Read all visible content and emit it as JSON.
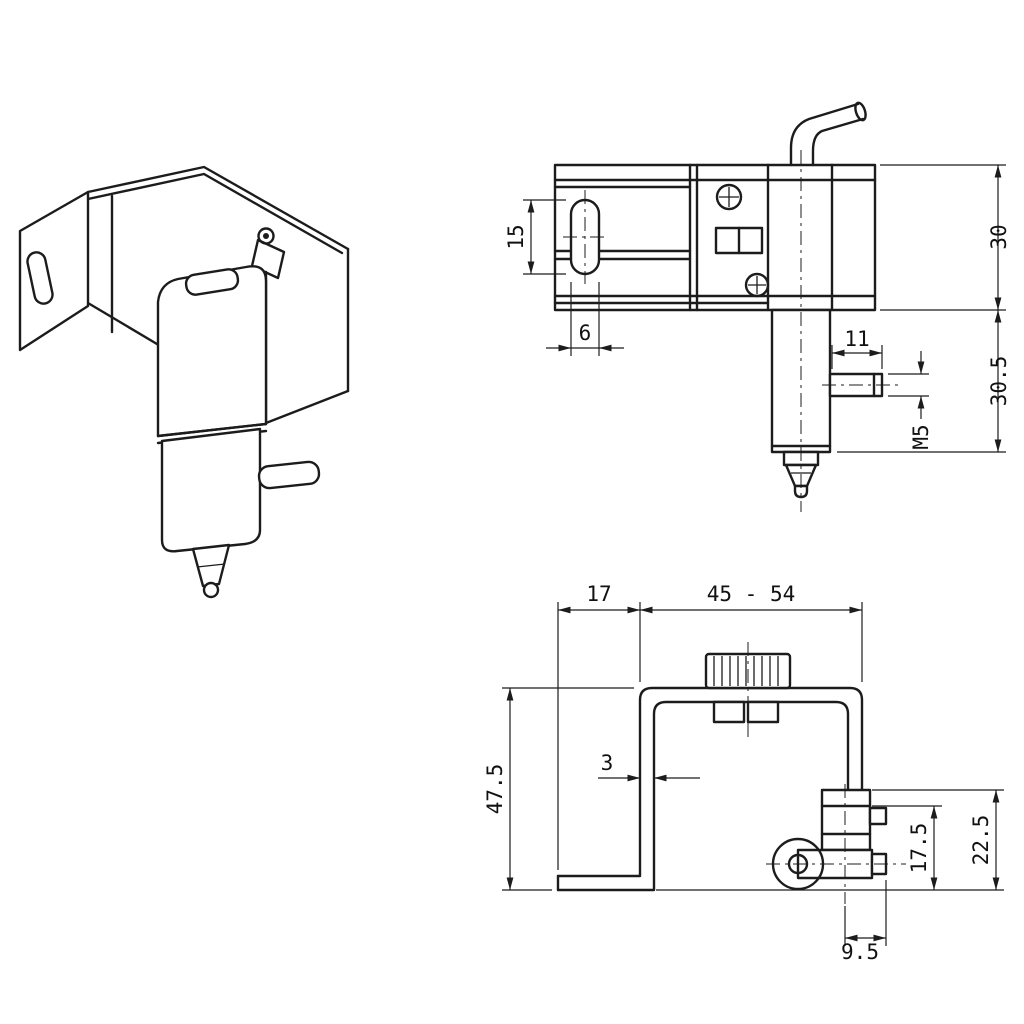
{
  "page": {
    "background": "#ffffff"
  },
  "drawing": {
    "stroke_color": "#1c1c1c",
    "views": {
      "front": {
        "dims": {
          "slot_height": "15",
          "slot_width": "6",
          "body_height": "30",
          "pin_length": "11",
          "lower_height": "30.5",
          "thread": "M5"
        }
      },
      "bottom": {
        "dims": {
          "foot_length": "17",
          "adjust_range": "45 - 54",
          "total_height": "47.5",
          "material_thickness": "3",
          "pin_center_height": "17.5",
          "pin_top_height": "22.5",
          "pin_end_offset": "9.5"
        }
      }
    }
  }
}
